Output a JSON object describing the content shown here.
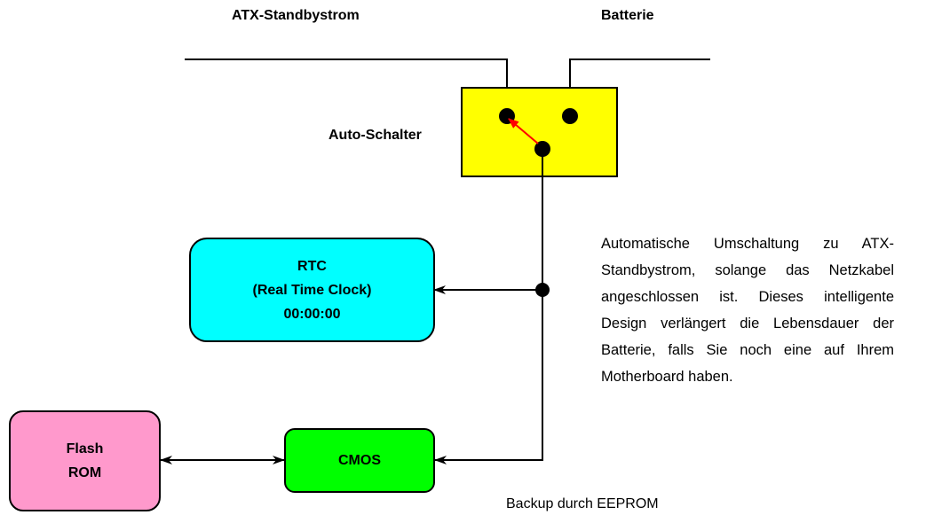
{
  "labels": {
    "atx": "ATX-Standbystrom",
    "battery": "Batterie",
    "switch": "Auto-Schalter",
    "backup": "Backup durch EEPROM"
  },
  "boxes": {
    "rtc": [
      "RTC",
      "(Real Time Clock)",
      "00:00:00"
    ],
    "cmos": "CMOS",
    "flash": [
      "Flash",
      "ROM"
    ]
  },
  "description": "Automatische Umschaltung zu ATX-Standbystrom, solange das Netzkabel angeschlossen ist. Dieses intelligente Design verlängert die Lebensdauer der Batterie, falls Sie noch eine auf Ihrem Motherboard haben.",
  "colors": {
    "switch_fill": "#ffff00",
    "rtc_fill": "#00ffff",
    "cmos_fill": "#00ff00",
    "flash_fill": "#ff99cc",
    "toggle_arrow": "#ff0000"
  }
}
